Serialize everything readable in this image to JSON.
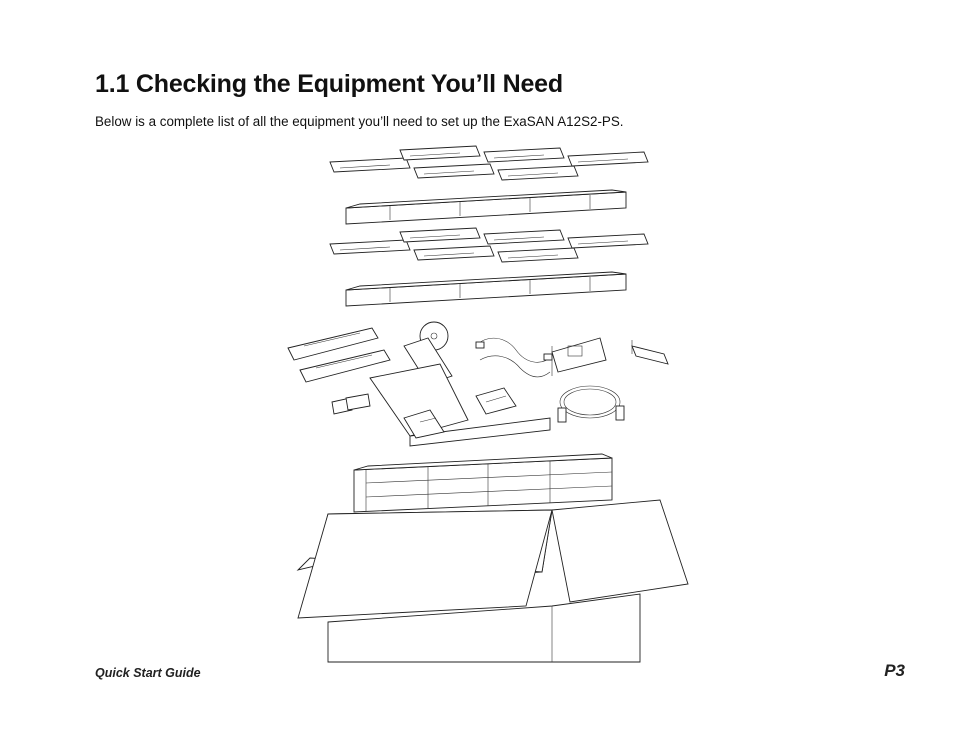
{
  "header": {
    "title": "1.1 Checking the Equipment You’ll Need",
    "intro": "Below is a complete list of all the equipment you’ll need to set up the ExaSAN A12S2-PS."
  },
  "footer": {
    "guide_label": "Quick Start Guide",
    "page_number": "P3"
  },
  "illustration": {
    "icon": "exploded-packaging-diagram",
    "drive_tray_rows": 2,
    "drive_trays_per_row": 6
  }
}
